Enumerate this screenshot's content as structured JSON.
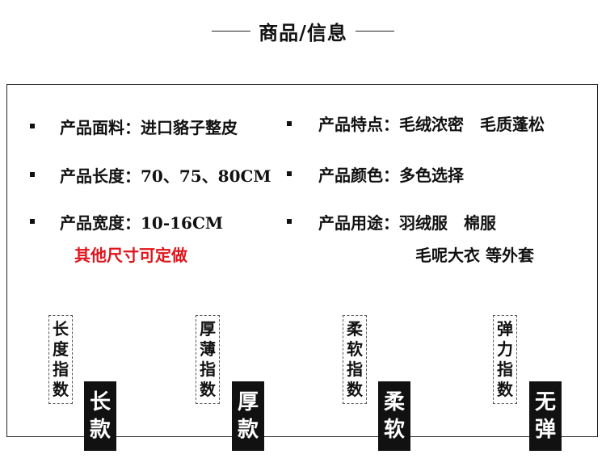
{
  "header": {
    "title": "商品/信息"
  },
  "specs": {
    "material": "产品面料：进口貉子整皮",
    "length": "产品长度：70、75、80CM",
    "width": "产品宽度：10-16CM",
    "custom_note": "其他尺寸可定做",
    "features": "产品特点：毛绒浓密　毛质蓬松",
    "color": "产品颜色：多色选择",
    "usage_line1": "产品用途：羽绒服　棉服",
    "usage_line2": "毛呢大衣 等外套"
  },
  "indices": [
    {
      "label": [
        "长",
        "度",
        "指",
        "数"
      ],
      "value": [
        "长",
        "款"
      ]
    },
    {
      "label": [
        "厚",
        "薄",
        "指",
        "数"
      ],
      "value": [
        "厚",
        "款"
      ]
    },
    {
      "label": [
        "柔",
        "软",
        "指",
        "数"
      ],
      "value": [
        "柔",
        "软"
      ]
    },
    {
      "label": [
        "弹",
        "力",
        "指",
        "数"
      ],
      "value": [
        "无",
        "弹"
      ]
    }
  ],
  "colors": {
    "accent_red": "#e0141c",
    "tag_bg": "#111111"
  }
}
